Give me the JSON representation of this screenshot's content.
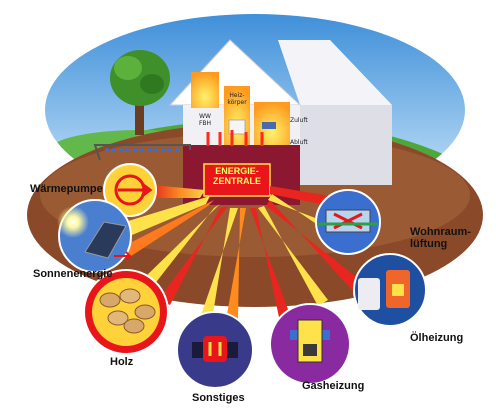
{
  "center": {
    "label": "ENERGIE-\nZENTRALE"
  },
  "rooms": {
    "heizkoerper": "Heiz-\nkörper",
    "ww_fbh": "WW\nFBH",
    "zuluft": "Zuluft",
    "abluft": "Abluft"
  },
  "sources": [
    {
      "key": "waermepumpe",
      "label": "Wärmepumpe"
    },
    {
      "key": "sonnenenergie",
      "label": "Sonnenenergie"
    },
    {
      "key": "holz",
      "label": "Holz"
    },
    {
      "key": "sonstiges",
      "label": "Sonstiges"
    },
    {
      "key": "gasheizung",
      "label": "Gasheizung"
    },
    {
      "key": "oelheizung",
      "label": "Ölheizung"
    },
    {
      "key": "wohnraumlueftung",
      "label": "Wohnraum-\nlüftung"
    }
  ],
  "colors": {
    "sky": "#4aa3e6",
    "grass": "#4fa63a",
    "soil": "#8a4a2a",
    "house_wall": "#e9e9ef",
    "basement": "#8c1730",
    "energy_core": "#e8151b",
    "ray_yellow": "#ffe14a",
    "ray_red": "#e8261f"
  }
}
